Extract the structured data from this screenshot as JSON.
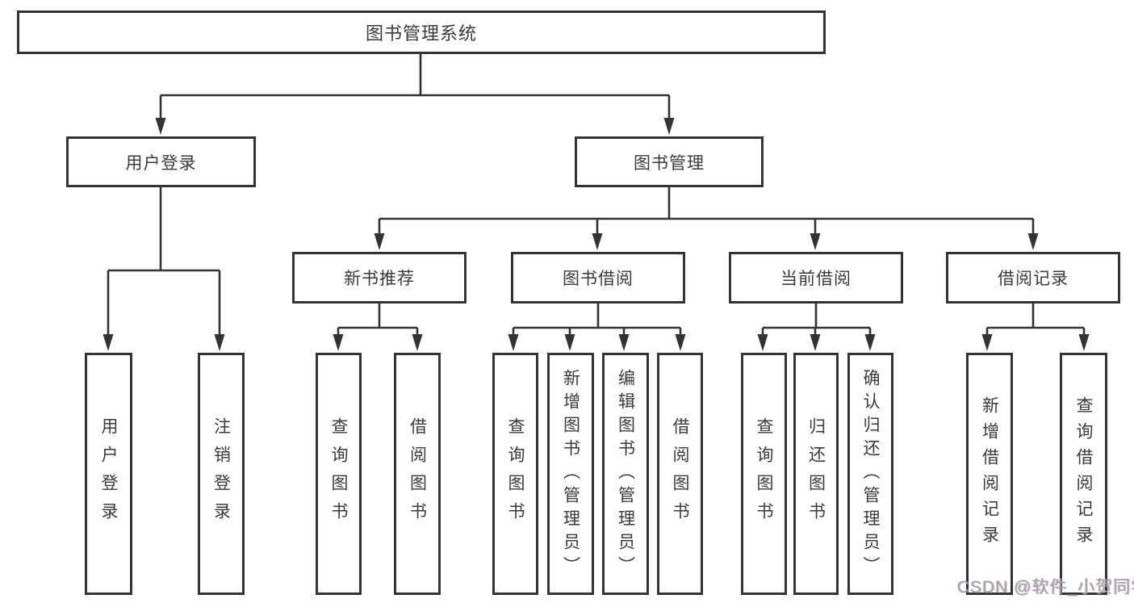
{
  "colors": {
    "line": "#333333",
    "node_border": "#333333",
    "node_text": "#3a3a3a",
    "background": "#ffffff",
    "watermark_text": "#a2a2a2"
  },
  "tree": {
    "label": "图书管理系统",
    "children": [
      {
        "label": "用户登录",
        "children": [
          {
            "label": "用户登录"
          },
          {
            "label": "注销登录"
          }
        ]
      },
      {
        "label": "图书管理",
        "children": [
          {
            "label": "新书推荐",
            "children": [
              {
                "label": "查询图书"
              },
              {
                "label": "借阅图书"
              }
            ]
          },
          {
            "label": "图书借阅",
            "children": [
              {
                "label": "查询图书"
              },
              {
                "label": "新增图书（管理员）"
              },
              {
                "label": "编辑图书（管理员）"
              },
              {
                "label": "借阅图书"
              }
            ]
          },
          {
            "label": "当前借阅",
            "children": [
              {
                "label": "查询图书"
              },
              {
                "label": "归还图书"
              },
              {
                "label": "确认归还（管理员）"
              }
            ]
          },
          {
            "label": "借阅记录",
            "children": [
              {
                "label": "新增借阅记录"
              },
              {
                "label": "查询借阅记录"
              }
            ]
          }
        ]
      }
    ]
  },
  "watermark": {
    "text": "CSDN @软件_小贺同学"
  }
}
